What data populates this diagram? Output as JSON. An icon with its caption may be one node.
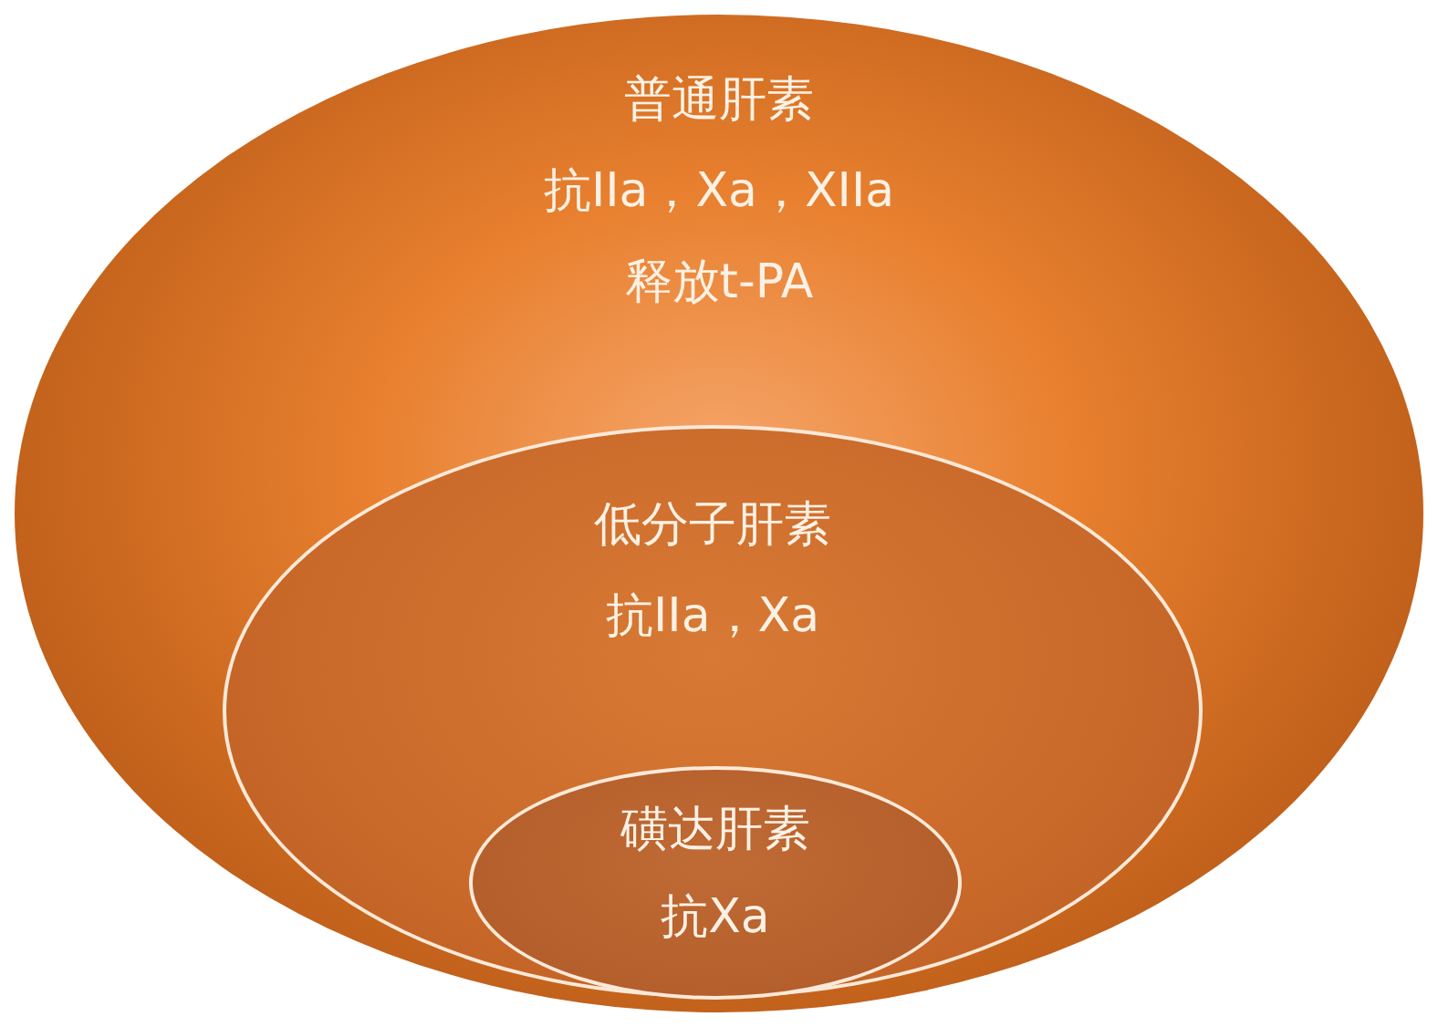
{
  "diagram": {
    "nodes": [
      {
        "text": [
          "普通肝素",
          "抗IIa，Xa，XIIa",
          "释放t-PA"
        ]
      },
      {
        "text": [
          "低分子肝素",
          "抗IIa，Xa"
        ],
        "in": 0
      },
      {
        "text": [
          "磺达肝素",
          "抗Xa"
        ],
        "in": 1
      }
    ]
  }
}
